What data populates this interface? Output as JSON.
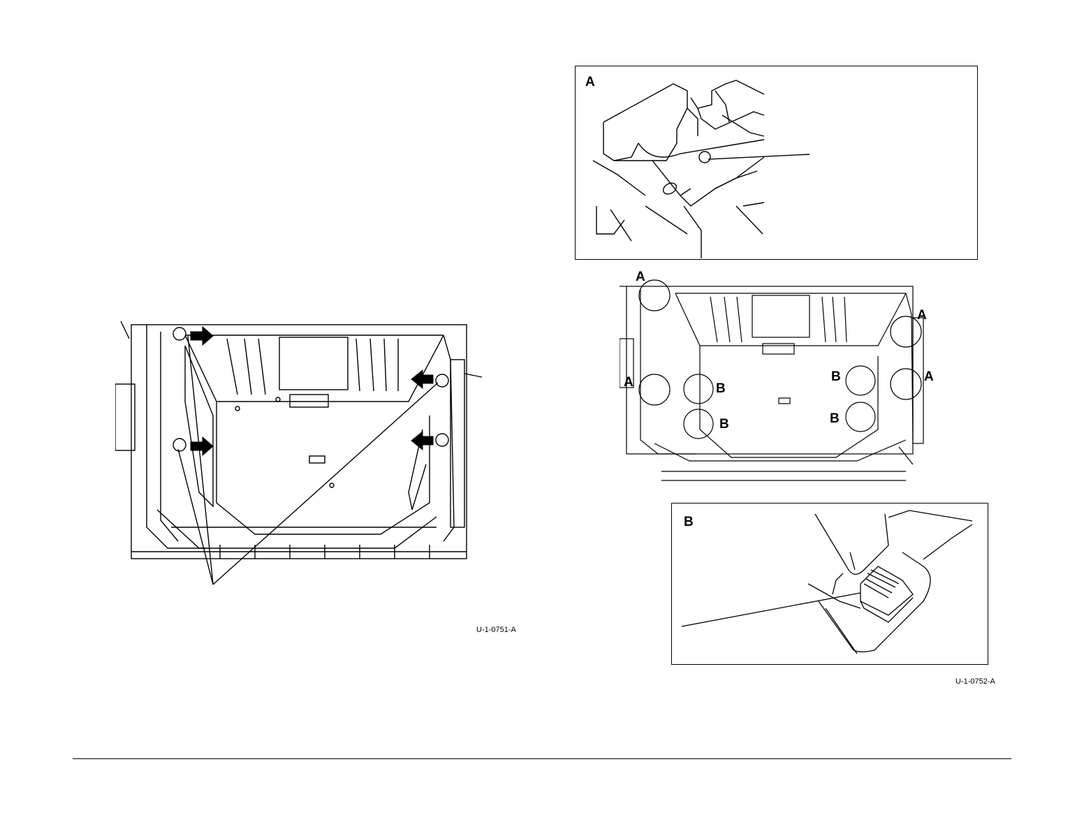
{
  "figure_left": {
    "code": "U-1-0751-A"
  },
  "figure_right": {
    "code": "U-1-0752-A",
    "detail_a_label": "A",
    "detail_b_label": "B",
    "callout_labels": {
      "top_left_a": "A",
      "top_right_a": "A",
      "mid_left_a": "A",
      "mid_right_a": "A",
      "b1": "B",
      "b2": "B",
      "b3": "B",
      "b4": "B"
    }
  }
}
